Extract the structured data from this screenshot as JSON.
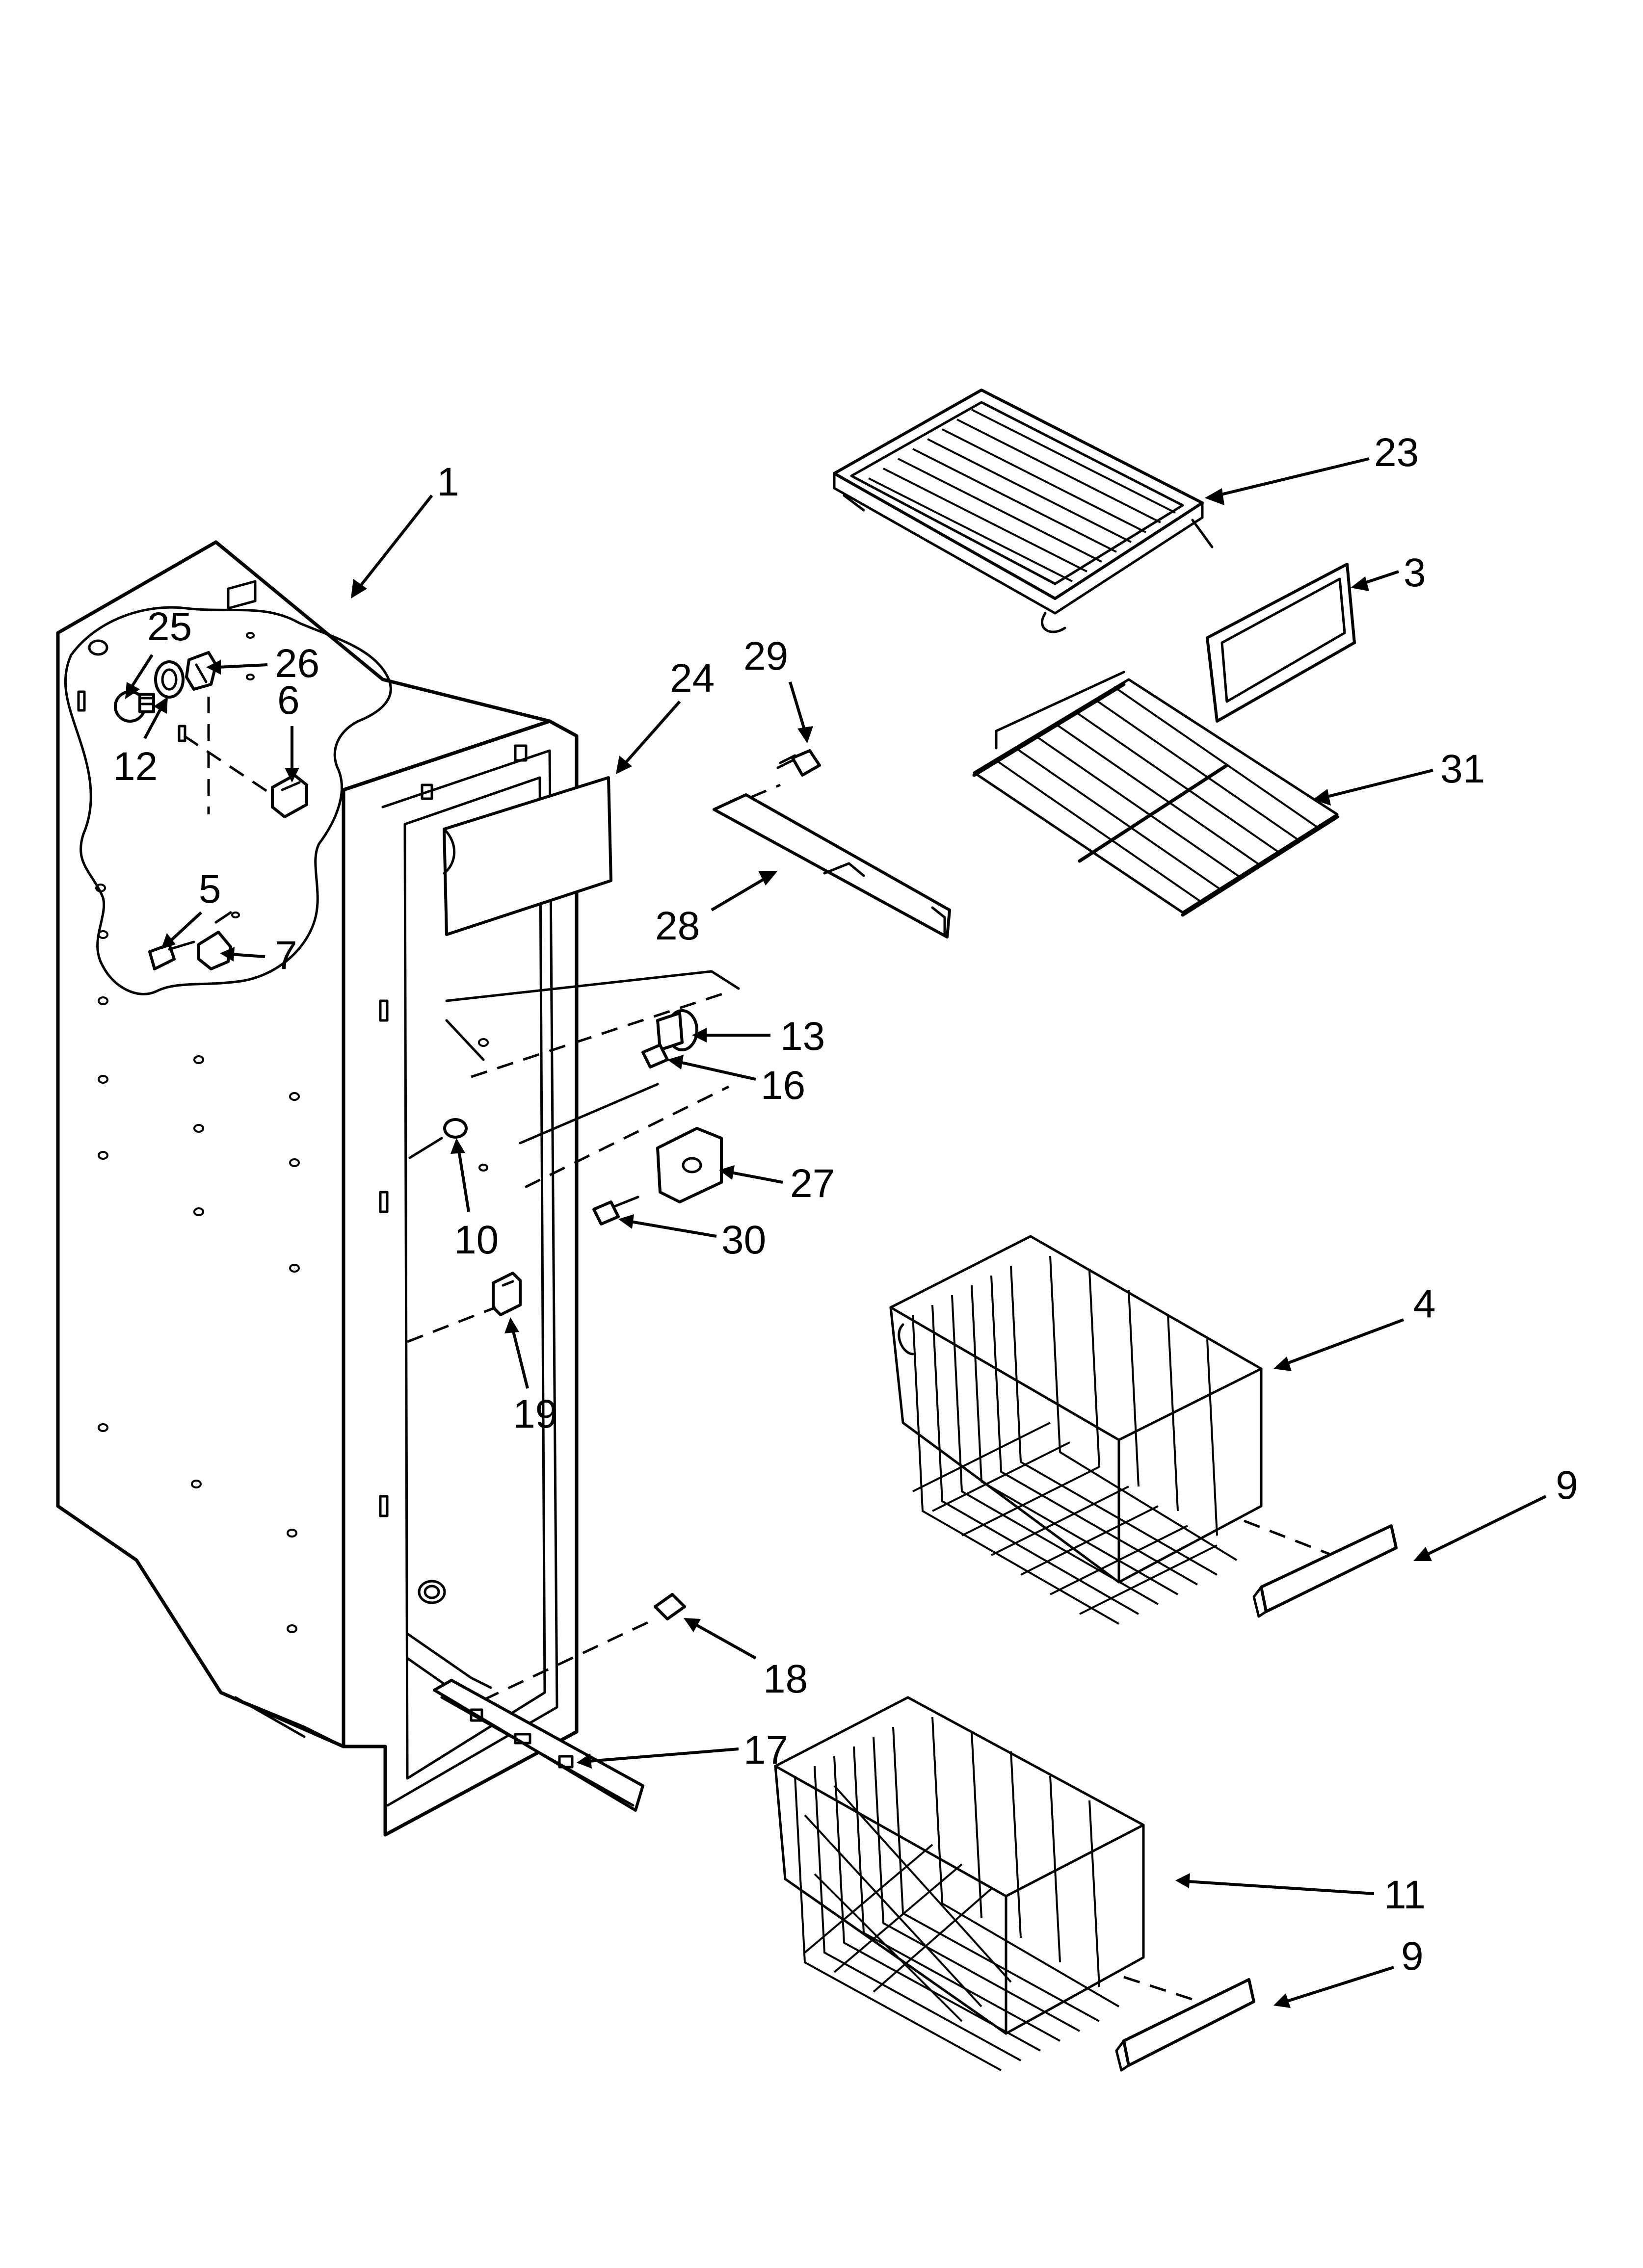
{
  "callouts": [
    {
      "id": "c1",
      "text": "1"
    },
    {
      "id": "c23",
      "text": "23"
    },
    {
      "id": "c3",
      "text": "3"
    },
    {
      "id": "c29",
      "text": "29"
    },
    {
      "id": "c31",
      "text": "31"
    },
    {
      "id": "c24",
      "text": "24"
    },
    {
      "id": "c25",
      "text": "25"
    },
    {
      "id": "c26",
      "text": "26"
    },
    {
      "id": "c6",
      "text": "6"
    },
    {
      "id": "c12",
      "text": "12"
    },
    {
      "id": "c28",
      "text": "28"
    },
    {
      "id": "c5",
      "text": "5"
    },
    {
      "id": "c7",
      "text": "7"
    },
    {
      "id": "c13",
      "text": "13"
    },
    {
      "id": "c16",
      "text": "16"
    },
    {
      "id": "c27",
      "text": "27"
    },
    {
      "id": "c10",
      "text": "10"
    },
    {
      "id": "c30",
      "text": "30"
    },
    {
      "id": "c4",
      "text": "4"
    },
    {
      "id": "c19",
      "text": "19"
    },
    {
      "id": "c9a",
      "text": "9"
    },
    {
      "id": "c18",
      "text": "18"
    },
    {
      "id": "c17",
      "text": "17"
    },
    {
      "id": "c11",
      "text": "11"
    },
    {
      "id": "c9b",
      "text": "9"
    }
  ]
}
